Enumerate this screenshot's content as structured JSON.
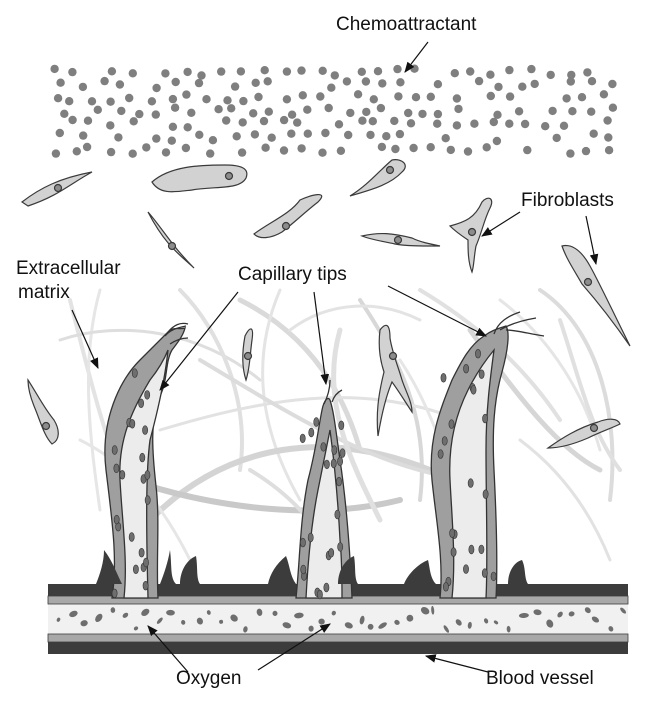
{
  "labels": {
    "chemoattractant": "Chemoattractant",
    "fibroblasts": "Fibroblasts",
    "extracellular_line1": "Extracellular",
    "extracellular_line2": "matrix",
    "capillary_tips": "Capillary tips",
    "oxygen": "Oxygen",
    "blood_vessel": "Blood vessel"
  },
  "colors": {
    "dot": "#7f7f7f",
    "cell_fill": "#d2d2d2",
    "cell_stroke": "#3a3a3a",
    "nucleus": "#8c8c8c",
    "matrix_fiber": "#d9d9d9",
    "vessel_wall": "#3c3c3c",
    "lumen": "#f1f1f1",
    "endothelium": "#9a9a9a"
  }
}
